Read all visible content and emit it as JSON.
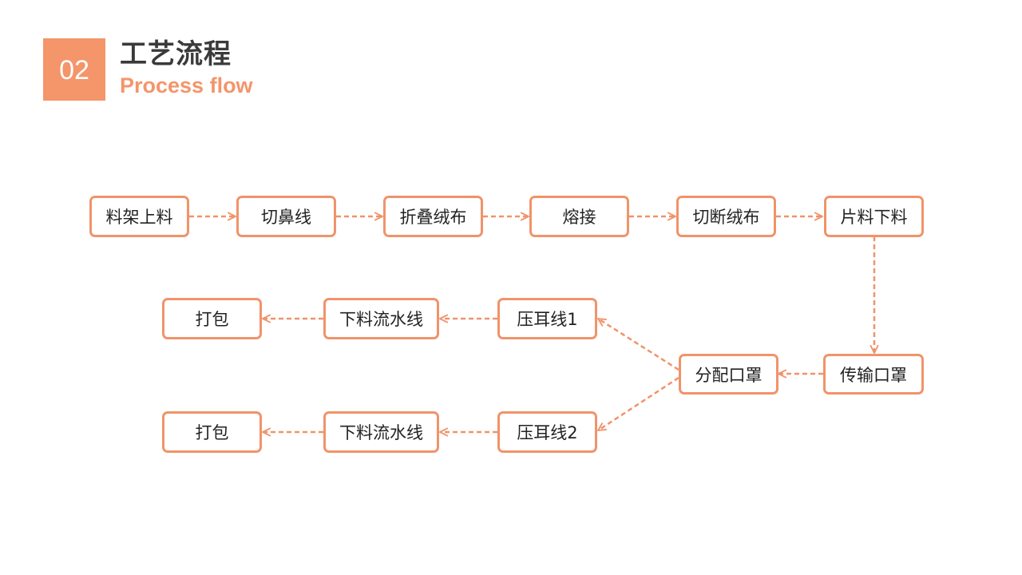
{
  "header": {
    "section_number": "02",
    "title_cn": "工艺流程",
    "title_en": "Process flow"
  },
  "colors": {
    "accent": "#f4956a",
    "node_border": "#f0936a",
    "title_text": "#3a3a3a",
    "node_text": "#222222"
  },
  "nodes": {
    "n1": "料架上料",
    "n2": "切鼻线",
    "n3": "折叠绒布",
    "n4": "熔接",
    "n5": "切断绒布",
    "n6": "片料下料",
    "n7": "传输口罩",
    "n8": "分配口罩",
    "n9": "压耳线1",
    "n10": "下料流水线",
    "n11": "打包",
    "n12": "压耳线2",
    "n13": "下料流水线",
    "n14": "打包"
  },
  "edges": [
    {
      "from": "n1",
      "to": "n2"
    },
    {
      "from": "n2",
      "to": "n3"
    },
    {
      "from": "n3",
      "to": "n4"
    },
    {
      "from": "n4",
      "to": "n5"
    },
    {
      "from": "n5",
      "to": "n6"
    },
    {
      "from": "n6",
      "to": "n7"
    },
    {
      "from": "n7",
      "to": "n8"
    },
    {
      "from": "n8",
      "to": "n9"
    },
    {
      "from": "n9",
      "to": "n10"
    },
    {
      "from": "n10",
      "to": "n11"
    },
    {
      "from": "n8",
      "to": "n12"
    },
    {
      "from": "n12",
      "to": "n13"
    },
    {
      "from": "n13",
      "to": "n14"
    }
  ]
}
